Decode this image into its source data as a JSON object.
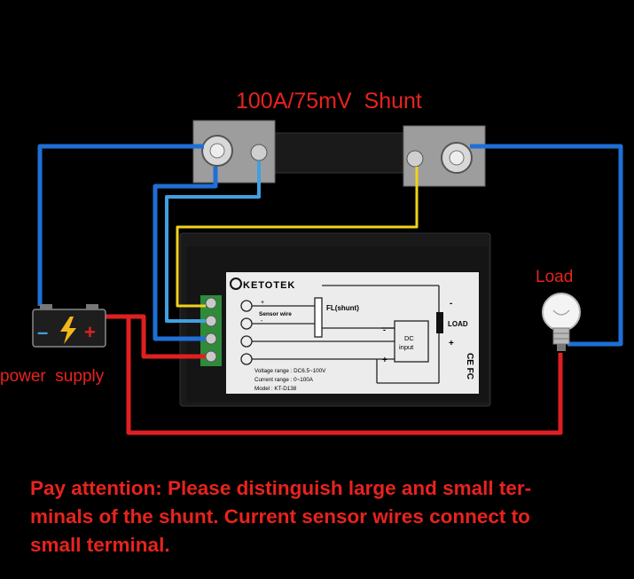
{
  "title": "100A/75mV  Shunt",
  "load_label": "Load",
  "power_supply_label": "power  supply",
  "note_lines": [
    "Pay attention: Please distinguish large and small ter-",
    "minals of the shunt. Current sensor wires connect to",
    "small terminal."
  ],
  "meter": {
    "brand": "KETOTEK",
    "sensor_wire": "Sensor wire",
    "plus": "+",
    "minus": "-",
    "fl_shunt": "FL(shunt)",
    "load": "LOAD",
    "dc_input_1": "DC",
    "dc_input_2": "input",
    "voltage_range": "Voltage range : DC6.5~100V",
    "current_range": "Current range : 0~100A",
    "model": "Model : KT-D138",
    "cert": "CE FC"
  },
  "battery_signs": {
    "minus": "–",
    "plus": "+"
  },
  "colors": {
    "background": "#000000",
    "text_red": "#e8231e",
    "wire_blue": "#1f6fd6",
    "wire_light_blue": "#3fa0e0",
    "wire_yellow": "#f2d21a",
    "wire_red": "#e02020",
    "terminal_green": "#2e8b3a"
  }
}
